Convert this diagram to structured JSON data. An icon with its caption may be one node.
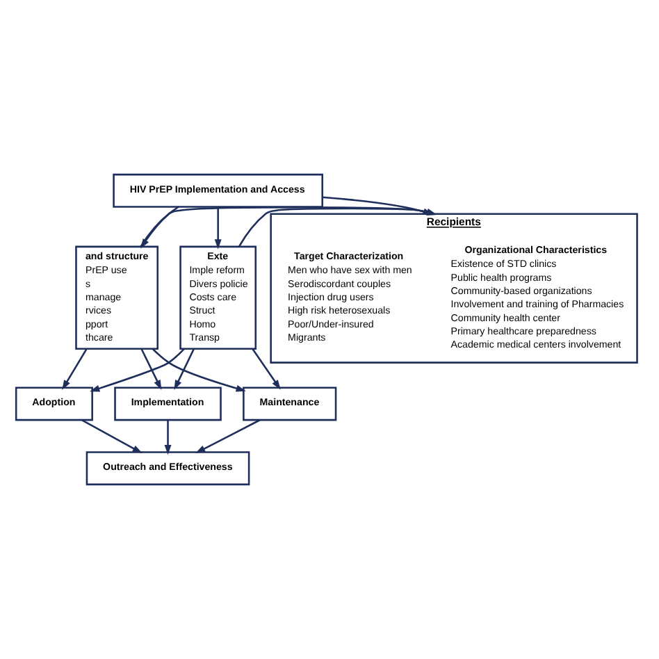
{
  "diagram": {
    "nodes": [
      {
        "text": [
          "HIV PrEP Implementation and Access"
        ]
      },
      {
        "text": [
          "and structure",
          "PrEP use",
          "s",
          "manage",
          "rvices",
          "pport",
          "thcare"
        ]
      },
      {
        "text": [
          "Recipients"
        ]
      },
      {
        "text": [
          "Organizational Characteristics",
          "Existence of STD clinics",
          "Public health programs",
          "Community-based organizations",
          "Involvement and training of Pharmacies",
          "Community health center",
          "Primary healthcare preparedness",
          "Academic medical centers involvement"
        ],
        "in": 2
      },
      {
        "text": [
          "Target Characterization",
          "Men who have sex with men",
          "Serodiscordant couples",
          "Injection drug users",
          "High risk heterosexuals",
          "Poor/Under-insured",
          "Migrants"
        ],
        "in": 2
      },
      {
        "text": [
          "Exte",
          "Imple reform",
          "Divers policie",
          "Costs care",
          "Struct",
          "Homo",
          "Transp"
        ]
      },
      {
        "text": [
          "Adoption"
        ]
      },
      {
        "text": [
          "Implementation"
        ]
      },
      {
        "text": [
          "Maintenance"
        ]
      },
      {
        "text": [
          "Outreach and Effectiveness"
        ]
      }
    ],
    "edges": [
      {
        "from": 0,
        "to": 1,
        "arrow": "to"
      },
      {
        "from": 0,
        "to": 2,
        "arrow": "to"
      },
      {
        "from": 0,
        "to": 5,
        "arrow": "to"
      },
      {
        "from": 1,
        "to": 2,
        "arrow": "to"
      },
      {
        "from": 5,
        "to": 2,
        "arrow": "to"
      },
      {
        "from": 1,
        "to": 6,
        "arrow": "to"
      },
      {
        "from": 1,
        "to": 7,
        "arrow": "to"
      },
      {
        "from": 1,
        "to": 8,
        "arrow": "to"
      },
      {
        "from": 5,
        "to": 6,
        "arrow": "to"
      },
      {
        "from": 5,
        "to": 7,
        "arrow": "to"
      },
      {
        "from": 5,
        "to": 8,
        "arrow": "to"
      },
      {
        "from": 6,
        "to": 9,
        "arrow": "to"
      },
      {
        "from": 7,
        "to": 9,
        "arrow": "to"
      },
      {
        "from": 8,
        "to": 9,
        "arrow": "to"
      }
    ]
  }
}
